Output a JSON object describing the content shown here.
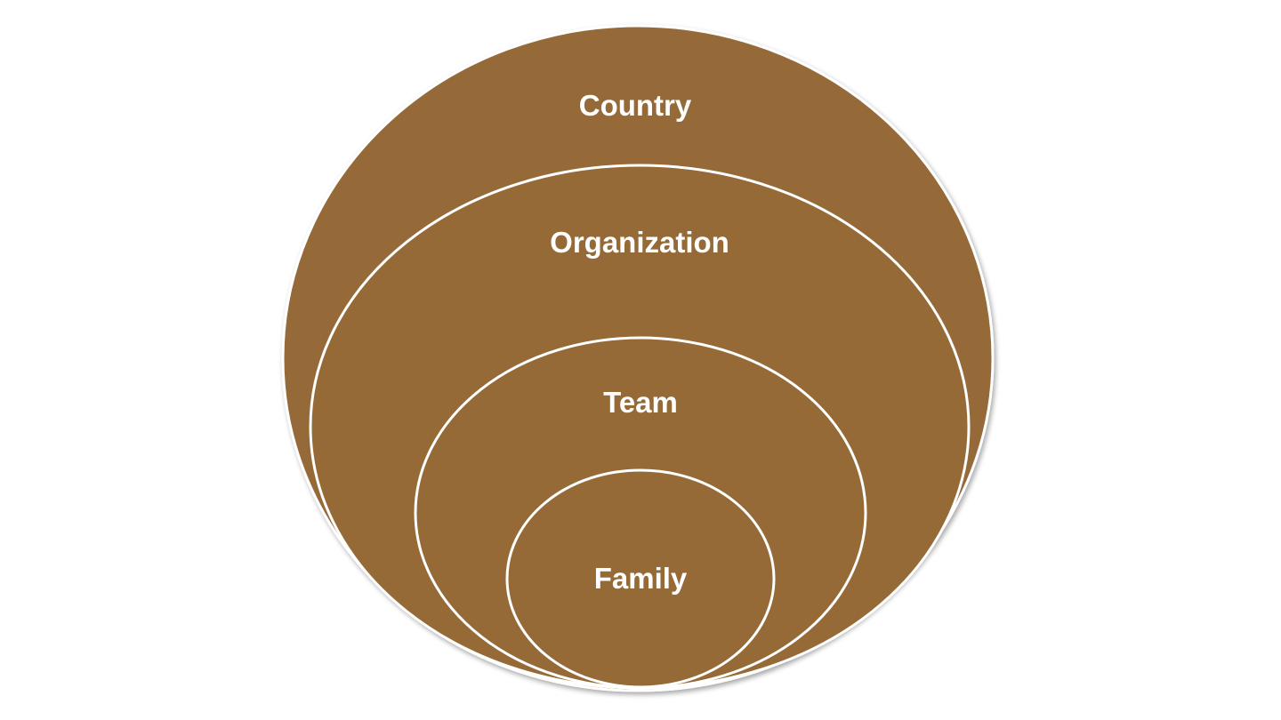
{
  "diagram": {
    "fill_color": "#956a37",
    "stroke_color": "#ffffff",
    "label_color": "#ffffff",
    "levels": [
      {
        "id": "country",
        "label": "Country"
      },
      {
        "id": "organization",
        "label": "Organization"
      },
      {
        "id": "team",
        "label": "Team"
      },
      {
        "id": "family",
        "label": "Family"
      }
    ]
  }
}
